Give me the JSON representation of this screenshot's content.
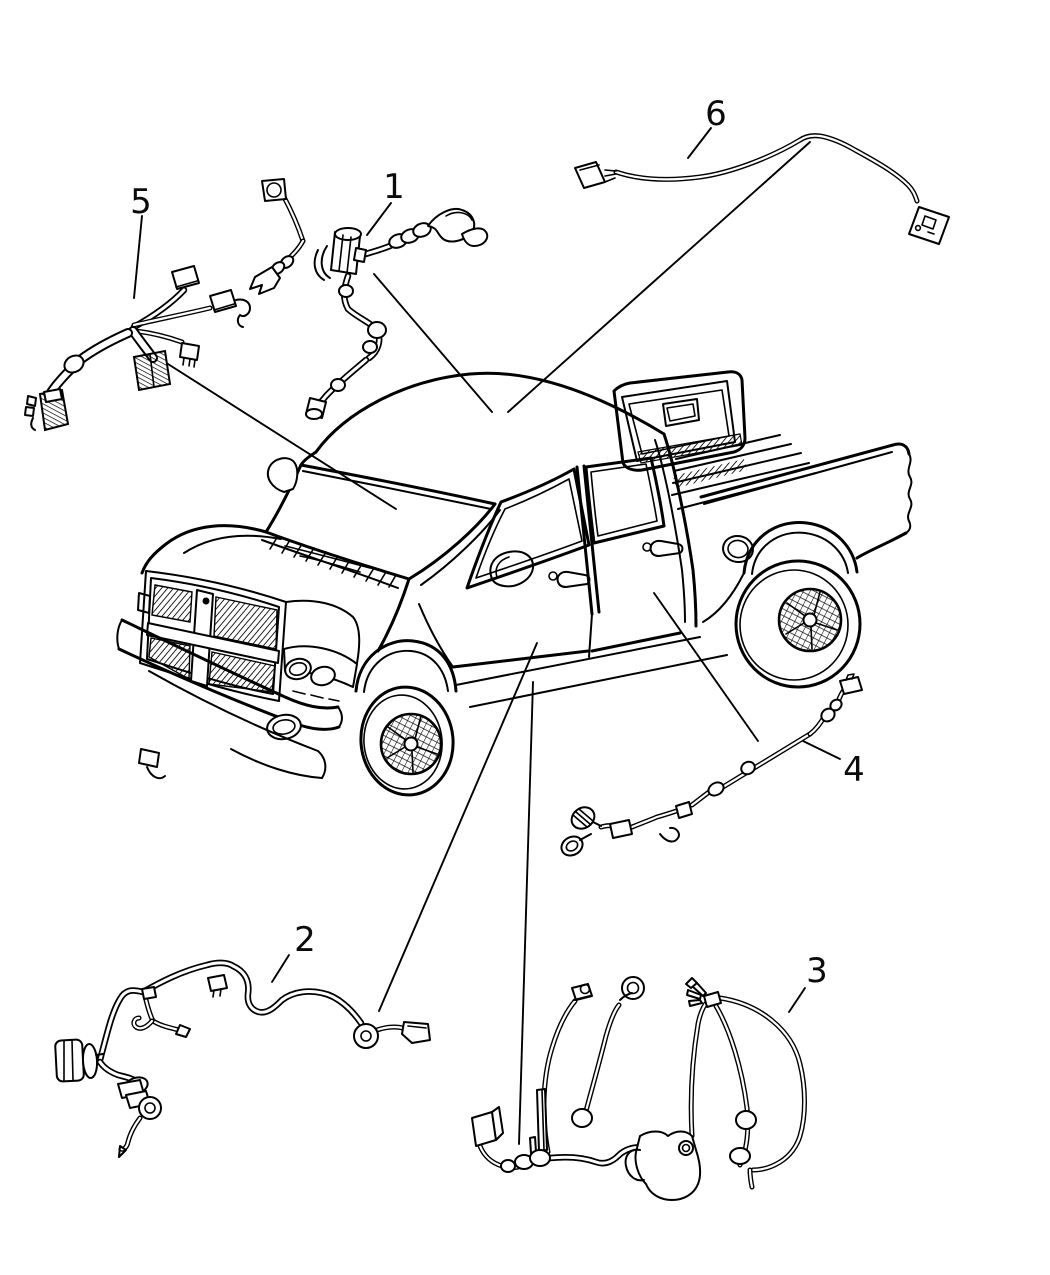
{
  "diagram": {
    "figure_type": "vehicle-wiring-harness-parts-diagram",
    "background_color": "#ffffff",
    "line_color": "#000000",
    "vehicle_illustration": "quad-cab-pickup-truck",
    "callout_count": 6
  },
  "callouts": [
    {
      "label": "1"
    },
    {
      "label": "2"
    },
    {
      "label": "3"
    },
    {
      "label": "4"
    },
    {
      "label": "5"
    },
    {
      "label": "6"
    }
  ]
}
